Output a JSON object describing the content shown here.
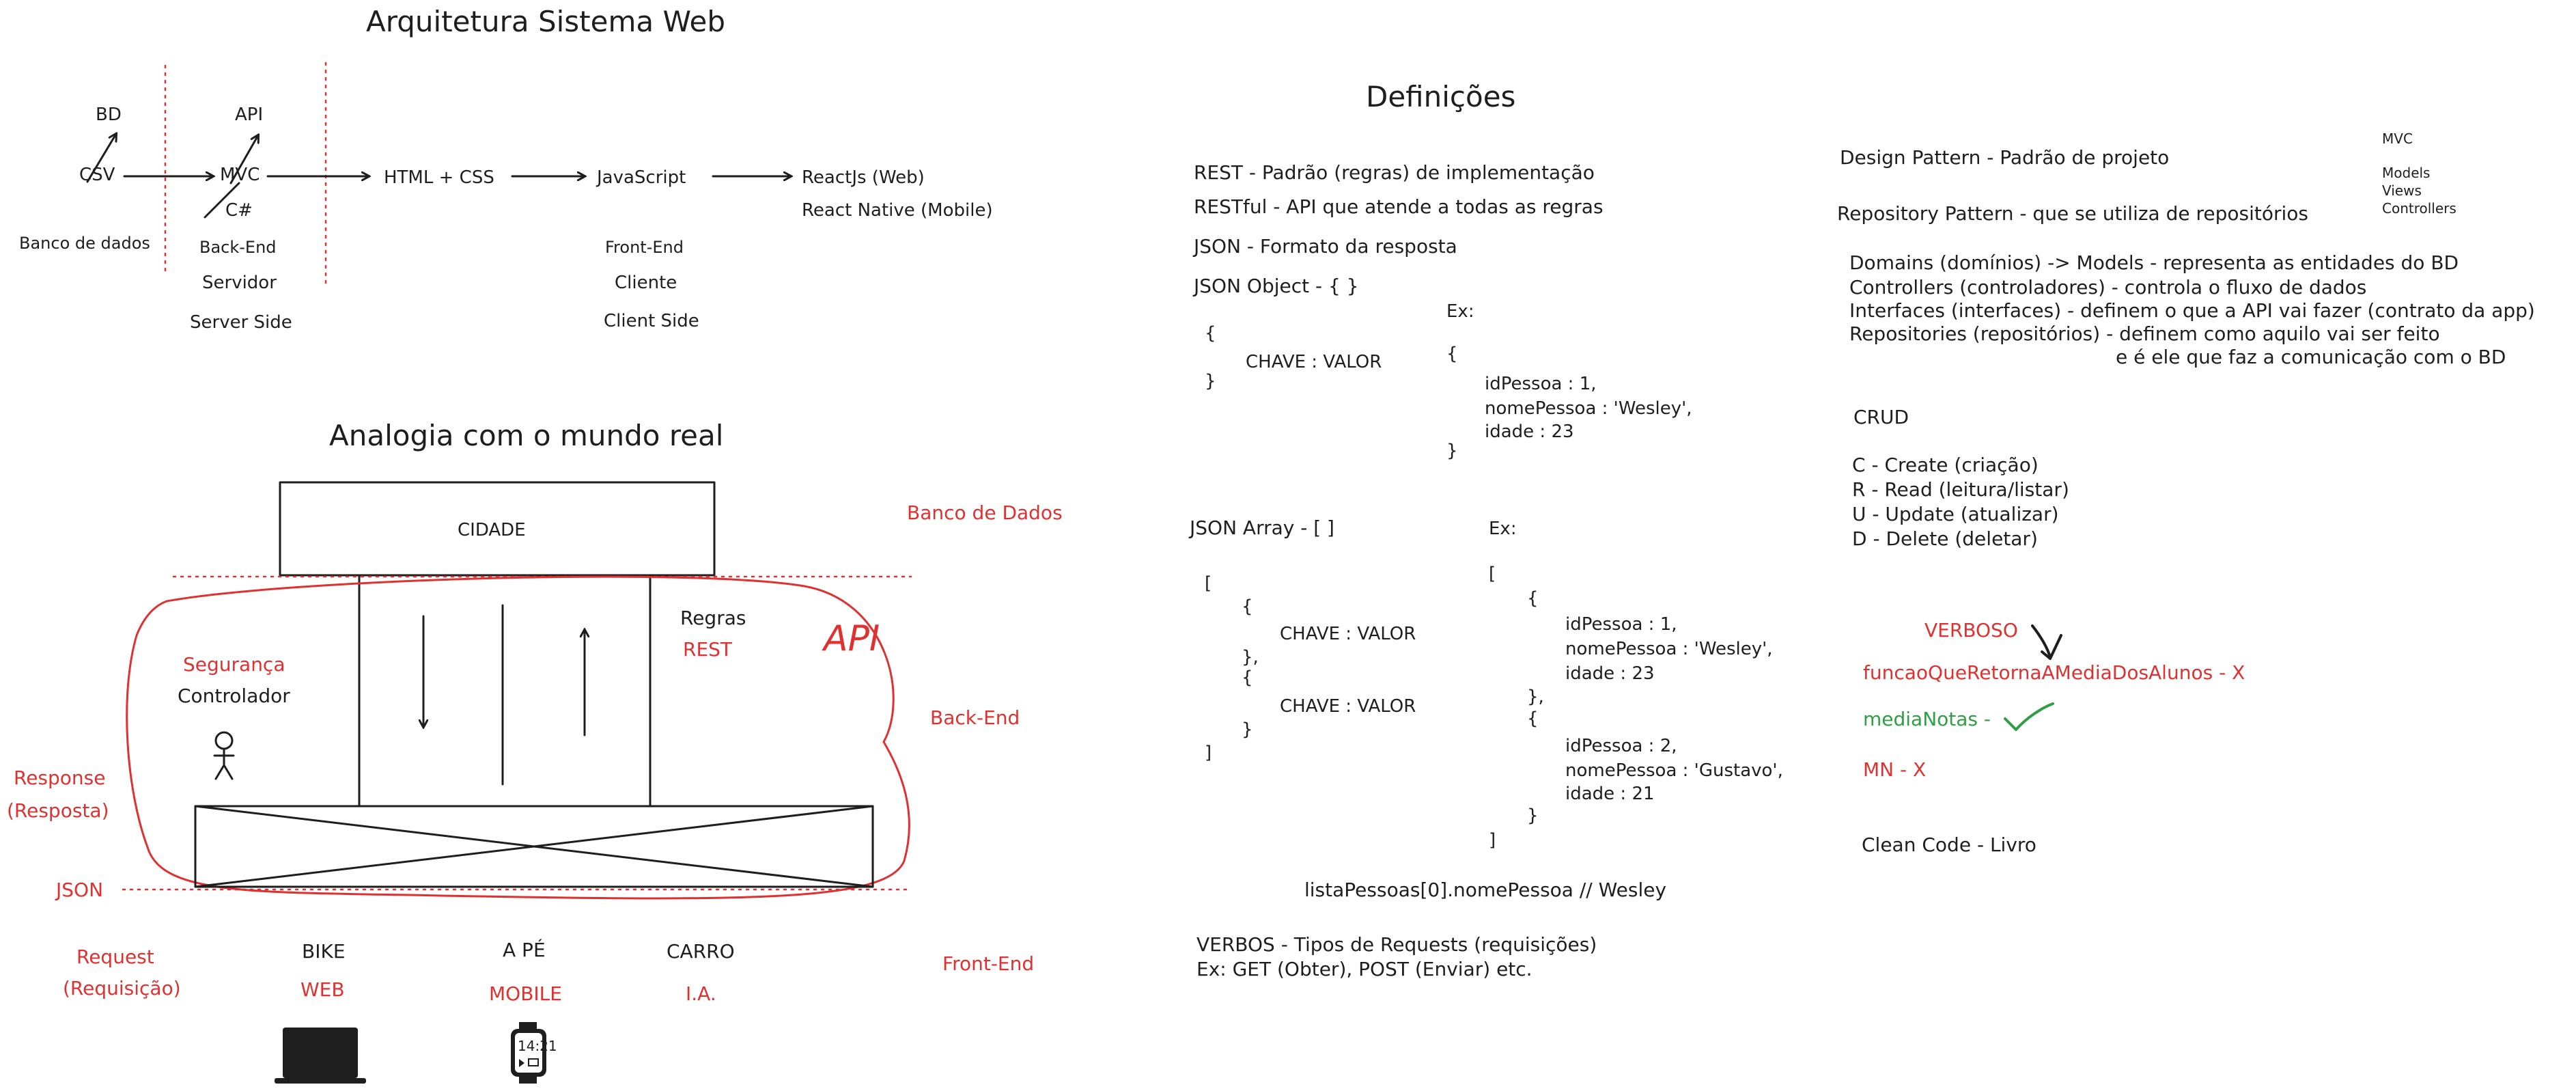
{
  "arch": {
    "title": "Arquitetura Sistema Web",
    "bd": "BD",
    "csv": "CSV",
    "banco": "Banco de dados",
    "api": "API",
    "mvc": "MVC",
    "csharp": "C#",
    "backend": "Back-End",
    "servidor": "Servidor",
    "serverside": "Server Side",
    "htmlcss": "HTML + CSS",
    "javascript": "JavaScript",
    "reactjs": "ReactJs (Web)",
    "reactnative": "React Native (Mobile)",
    "frontend": "Front-End",
    "cliente": "Cliente",
    "clientside": "Client Side"
  },
  "analogia": {
    "title": "Analogia com o mundo real",
    "cidade": "CIDADE",
    "banco_dados": "Banco de Dados",
    "regras": "Regras",
    "rest": "REST",
    "api": "API",
    "seguranca": "Segurança",
    "controlador": "Controlador",
    "backend": "Back-End",
    "response": "Response",
    "resposta": "(Resposta)",
    "json": "JSON",
    "request": "Request",
    "requisicao": "(Requisição)",
    "bike": "BIKE",
    "web": "WEB",
    "ape": "A PÉ",
    "mobile": "MOBILE",
    "carro": "CARRO",
    "ia": "I.A.",
    "frontend": "Front-End",
    "watch_time": "14:21"
  },
  "defs": {
    "title": "Definições",
    "rest": "REST - Padrão (regras) de implementação",
    "restful": "RESTful - API que atende a todas as regras",
    "json": "JSON - Formato da resposta",
    "jsonobject": "JSON Object - { }",
    "ex1": "Ex:",
    "obj_open": "{",
    "obj_kv": "CHAVE : VALOR",
    "obj_close": "}",
    "ex_open": "{",
    "ex_id": "idPessoa : 1,",
    "ex_nome": "nomePessoa : 'Wesley',",
    "ex_idade": "idade : 23",
    "ex_close": "}",
    "jsonarray": "JSON Array - [ ]",
    "ex2": "Ex:",
    "arr_open": "[",
    "arr_b1": "{",
    "arr_kv1": "CHAVE : VALOR",
    "arr_b2": "},",
    "arr_b3": "{",
    "arr_kv2": "CHAVE : VALOR",
    "arr_b4": "}",
    "arr_close": "]",
    "ex2_open": "[",
    "ex2_b1": "{",
    "ex2_id1": "idPessoa : 1,",
    "ex2_nome1": "nomePessoa : 'Wesley',",
    "ex2_idade1": "idade : 23",
    "ex2_b2": "},",
    "ex2_b3": "{",
    "ex2_id2": "idPessoa : 2,",
    "ex2_nome2": "nomePessoa : 'Gustavo',",
    "ex2_idade2": "idade : 21",
    "ex2_b4": "}",
    "ex2_close": "]",
    "lista": "listaPessoas[0].nomePessoa // Wesley",
    "verbos": "VERBOS - Tipos de Requests (requisições)",
    "verbos_ex": "Ex: GET (Obter), POST (Enviar) etc."
  },
  "patterns": {
    "design": "Design Pattern - Padrão de projeto",
    "mvc": "MVC",
    "models": "Models",
    "views": "Views",
    "controllers": "Controllers",
    "repository": "Repository Pattern - que se utiliza de repositórios",
    "domains": "Domains (domínios) -> Models - representa as entidades do BD",
    "controllers_line": "Controllers (controladores) - controla o fluxo de dados",
    "interfaces": "Interfaces (interfaces) - definem o que a API vai fazer (contrato da app)",
    "repositories": "Repositories (repositórios) - definem como aquilo vai ser feito",
    "repositories2": "e é ele que faz a comunicação com o BD",
    "crud": "CRUD",
    "c": "C - Create (criação)",
    "r": "R - Read (leitura/listar)",
    "u": "U - Update (atualizar)",
    "d": "D - Delete (deletar)",
    "verboso": "VERBOSO",
    "funcao": "funcaoQueRetornaAMediaDosAlunos - X",
    "media": "mediaNotas -",
    "mn": "MN - X",
    "clean": "Clean Code - Livro"
  }
}
